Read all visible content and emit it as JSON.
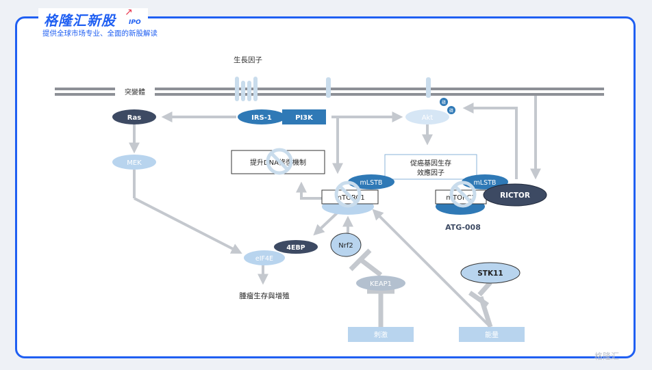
{
  "brand": {
    "title": "格隆汇新股",
    "ipo": "IPO",
    "subtitle": "提供全球市场专业、全面的新股解读",
    "watermark": "格隆汇"
  },
  "diagram": {
    "growth_factor": "生長因子",
    "membrane": "突變體",
    "nodes": {
      "ras": "Ras",
      "irs1": "IRS-1",
      "pi3k": "PI3K",
      "akt": "Akt",
      "mek": "MEK",
      "dna_repair": "提升DNA修復機制",
      "survival_factor_line1": "促癌基因生存",
      "survival_factor_line2": "效應因子",
      "mlstb_left": "mLSTB",
      "mlstb_right": "mLSTB",
      "mtorc1": "mTORC1",
      "mtorc2": "mTORC2",
      "rictor": "RICTOR",
      "atg": "ATG-008",
      "ebp": "4EBP",
      "eif4e": "eIF4E",
      "nrf2": "Nrf2",
      "keap1": "KEAP1",
      "stk11": "STK11",
      "tumor": "腫瘤生存與增殖",
      "stimulus": "刺激",
      "energy": "能量",
      "akt_badge1": "磷",
      "akt_badge2": "磷"
    },
    "colors": {
      "dark_node": "#3d4a63",
      "blue_node": "#2f79b6",
      "light_node": "#b8d4ee",
      "pale_node": "#d6e6f5",
      "arrow": "#c4c8ce",
      "frame": "#1f5ff2"
    }
  }
}
